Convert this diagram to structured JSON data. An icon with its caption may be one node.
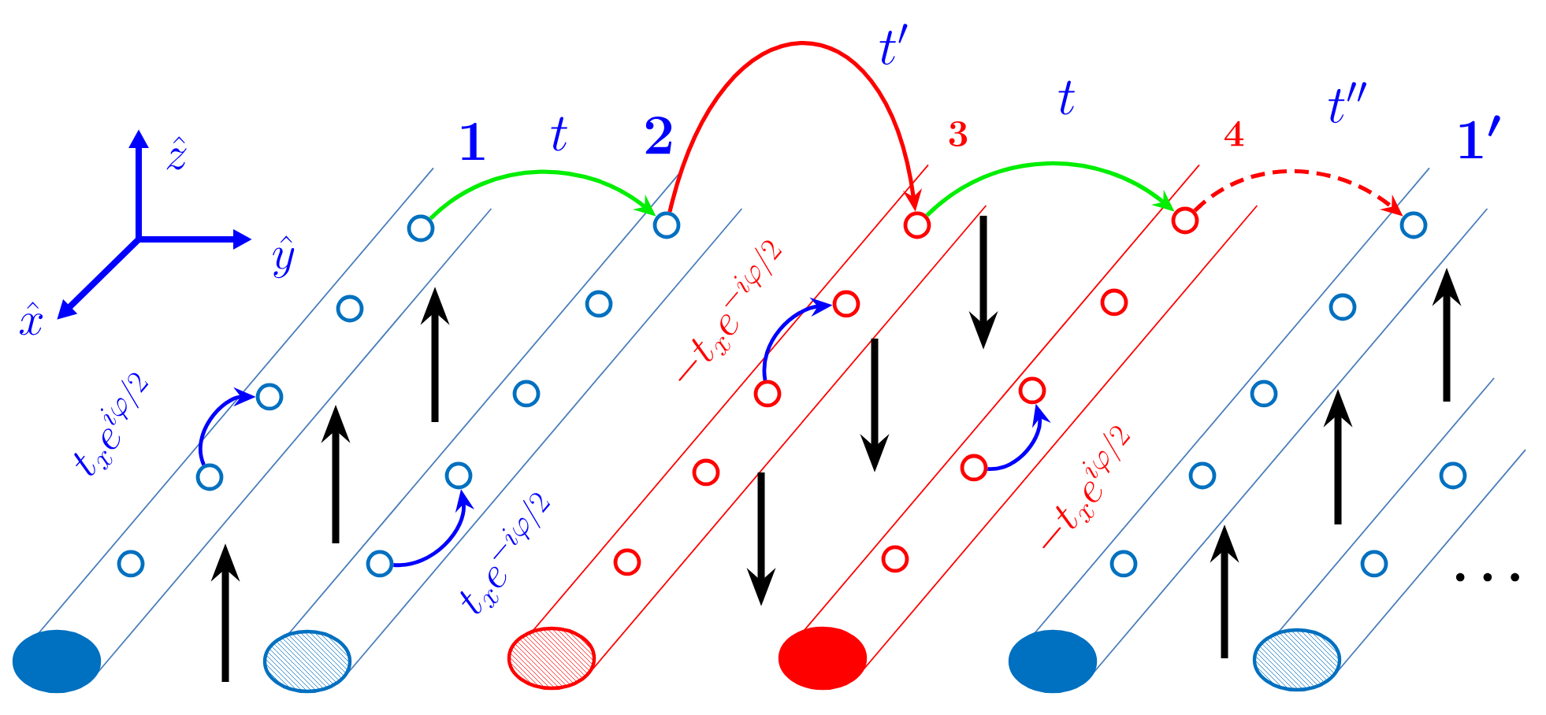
{
  "diagram": {
    "nodes": [
      {
        "text": [],
        "shape": "circle"
      },
      {
        "text": [],
        "shape": "circle"
      },
      {
        "text": [],
        "shape": "circle"
      },
      {
        "text": [],
        "shape": "circle"
      },
      {
        "text": [],
        "shape": "circle"
      },
      {
        "text": [],
        "shape": "circle"
      },
      {
        "text": [],
        "shape": "circle"
      },
      {
        "text": [],
        "shape": "circle"
      },
      {
        "text": [],
        "shape": "circle"
      },
      {
        "text": [],
        "shape": "circle"
      },
      {
        "text": [],
        "shape": "circle"
      },
      {
        "text": [],
        "shape": "circle"
      },
      {
        "text": [],
        "shape": "circle"
      },
      {
        "text": [],
        "shape": "circle"
      },
      {
        "text": [],
        "shape": "circle"
      },
      {
        "text": [],
        "shape": "circle"
      },
      {
        "text": [],
        "shape": "circle"
      },
      {
        "text": [],
        "shape": "circle"
      },
      {
        "text": [],
        "shape": "circle"
      },
      {
        "text": [],
        "shape": "circle"
      },
      {
        "text": [],
        "shape": "circle"
      },
      {
        "text": [],
        "shape": "circle"
      },
      {
        "text": [],
        "shape": "circle"
      },
      {
        "text": [],
        "shape": "circle"
      },
      {
        "text": [],
        "shape": "circle"
      },
      {
        "text": [],
        "shape": "circle"
      },
      {
        "text": [],
        "shape": "circle"
      }
    ],
    "edges": [
      {
        "from": 4,
        "to": 9,
        "arrow": "to",
        "label": "t",
        "color": "#00ee00"
      },
      {
        "from": 9,
        "to": 14,
        "arrow": "to",
        "label": "t'",
        "color": "#ff0000"
      },
      {
        "from": 14,
        "to": 19,
        "arrow": "to",
        "label": "t",
        "color": "#00ee00"
      },
      {
        "from": 19,
        "to": 24,
        "arrow": "to",
        "label": "t''",
        "color": "#ff0000",
        "style": "dashed"
      },
      {
        "from": 1,
        "to": 2,
        "arrow": "to",
        "label": "t_x e^{i\\varphi/2}",
        "color": "#0000ff"
      },
      {
        "from": 5,
        "to": 6,
        "arrow": "to",
        "label": "t_x e^{-i\\varphi/2}",
        "color": "#0000ff"
      },
      {
        "from": 12,
        "to": 13,
        "arrow": "to",
        "label": "-t_x e^{-i\\varphi/2}",
        "color": "#0000ff"
      },
      {
        "from": 16,
        "to": 17,
        "arrow": "to",
        "label": "-t_x e^{i\\varphi/2}",
        "color": "#0000ff"
      }
    ],
    "labels": [
      "\\hat{z}",
      "\\hat{y}",
      "\\hat{x}",
      "1",
      "2",
      "3",
      "4",
      "1'",
      "\\cdots"
    ]
  }
}
